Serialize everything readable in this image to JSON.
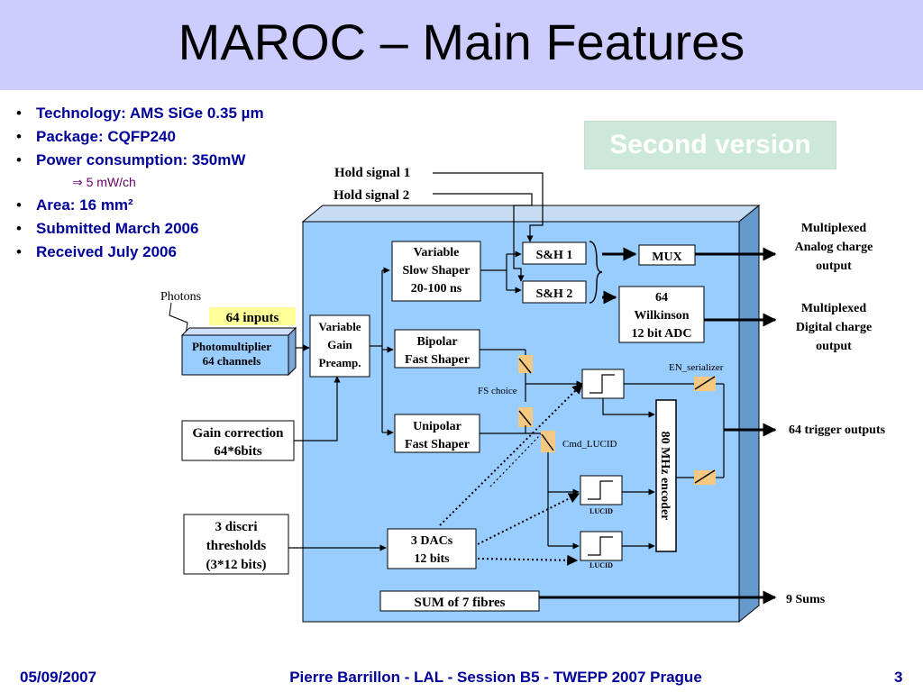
{
  "slide": {
    "title": "MAROC – Main Features",
    "badge": "Second version",
    "bullets": [
      "Technology: AMS SiGe 0.35 µm",
      "Package: CQFP240",
      "Power consumption: 350mW",
      "⇒  5 mW/ch",
      "Area: 16 mm²",
      "Submitted March 2006",
      "Received July 2006"
    ]
  },
  "diagram": {
    "hold_signal_1": "Hold signal 1",
    "hold_signal_2": "Hold signal 2",
    "photons": "Photons",
    "inputs_64": "64 inputs",
    "photomultiplier": [
      "Photomultiplier",
      "64 channels"
    ],
    "gain_correction": [
      "Gain correction",
      "64*6bits"
    ],
    "discri_thresholds": [
      "3 discri",
      "thresholds",
      "(3*12 bits)"
    ],
    "preamp": [
      "Variable",
      "Gain",
      "Preamp."
    ],
    "slow_shaper": [
      "Variable",
      "Slow Shaper",
      "20-100 ns"
    ],
    "bipolar": [
      "Bipolar",
      "Fast Shaper"
    ],
    "unipolar": [
      "Unipolar",
      "Fast Shaper"
    ],
    "sh1": "S&H 1",
    "sh2": "S&H 2",
    "mux": "MUX",
    "adc": [
      "64",
      "Wilkinson",
      "12 bit ADC"
    ],
    "fs_choice": "FS choice",
    "en_serializer": "EN_serializer",
    "cmd_lucid": "Cmd_LUCID",
    "lucid": "LUCID",
    "encoder": "80 MHz encoder",
    "dacs": [
      "3 DACs",
      "12 bits"
    ],
    "sum": "SUM of 7 fibres",
    "out_analog": [
      "Multiplexed",
      "Analog charge",
      "output"
    ],
    "out_digital": [
      "Multiplexed",
      "Digital charge",
      "output"
    ],
    "out_trigger": "64 trigger outputs",
    "out_sums": "9 Sums"
  },
  "footer": {
    "date": "05/09/2007",
    "center": "Pierre Barrillon - LAL - Session B5 - TWEPP 2007 Prague",
    "page": "3"
  },
  "colors": {
    "title_band": "#ccccff",
    "chip_face": "#99ccff",
    "chip_side": "#6699cc",
    "switch": "#f5c882",
    "text_blue": "#000099",
    "badge_bg": "#cce8d9"
  }
}
